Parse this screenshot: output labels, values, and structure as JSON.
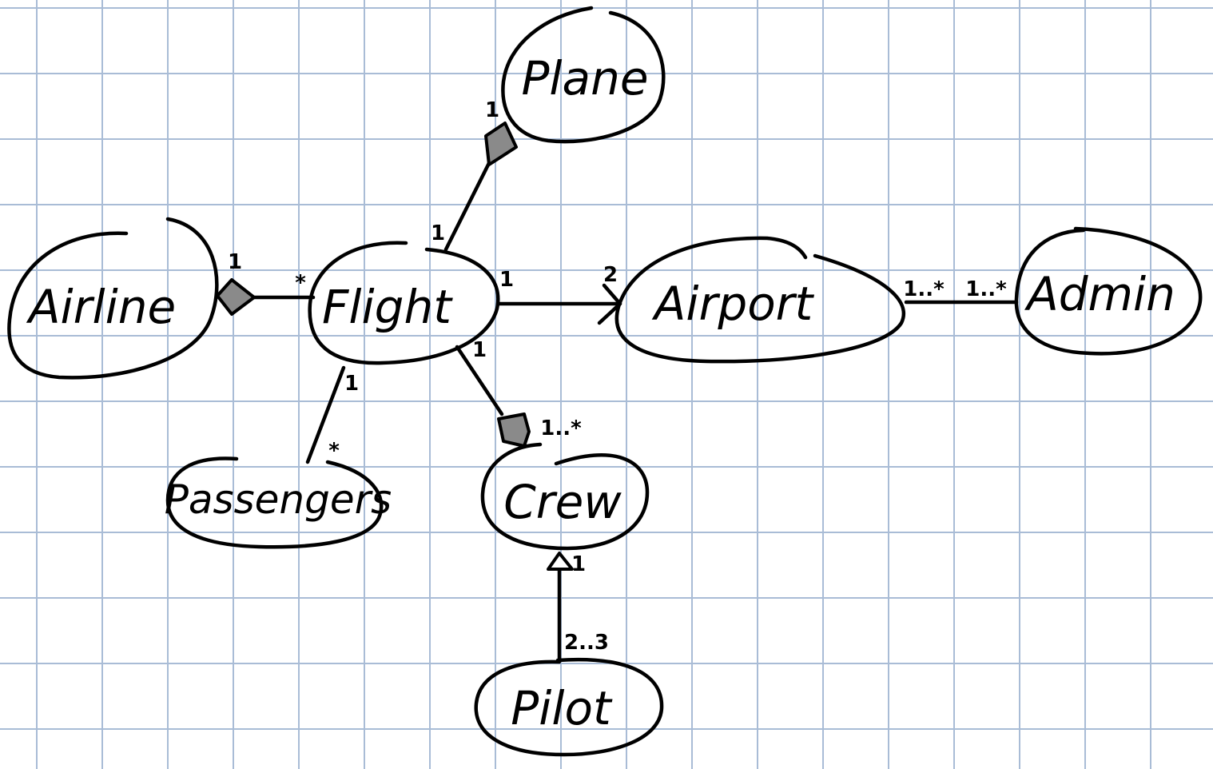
{
  "colors": {
    "grid": "#a9bcd6",
    "ink": "#000000",
    "diamond_fill": "#8a8a8a",
    "background": "#ffffff"
  },
  "nodes": {
    "airline": "Airline",
    "flight": "Flight",
    "plane": "Plane",
    "airport": "Airport",
    "admin": "Admin",
    "passengers": "Passengers",
    "crew": "Crew",
    "pilot": "Pilot"
  },
  "edges": {
    "airline_flight": {
      "kind": "composition",
      "source_mult": "1",
      "target_mult": "*"
    },
    "flight_plane": {
      "kind": "composition",
      "source_mult": "1",
      "target_mult": "1"
    },
    "flight_airport": {
      "kind": "directed-association",
      "source_mult": "1",
      "target_mult": "2"
    },
    "airport_admin": {
      "kind": "association",
      "source_mult": "1..*",
      "target_mult": "1..*"
    },
    "flight_passengers": {
      "kind": "association",
      "source_mult": "1",
      "target_mult": "*"
    },
    "flight_crew": {
      "kind": "composition",
      "source_mult": "1",
      "target_mult": "1..*"
    },
    "pilot_crew": {
      "kind": "generalization",
      "source_mult": "2..3",
      "target_mult": "1"
    }
  },
  "icons": {
    "composition": "filled-diamond",
    "generalization": "hollow-triangle-arrow",
    "directed": "open-arrowhead"
  }
}
